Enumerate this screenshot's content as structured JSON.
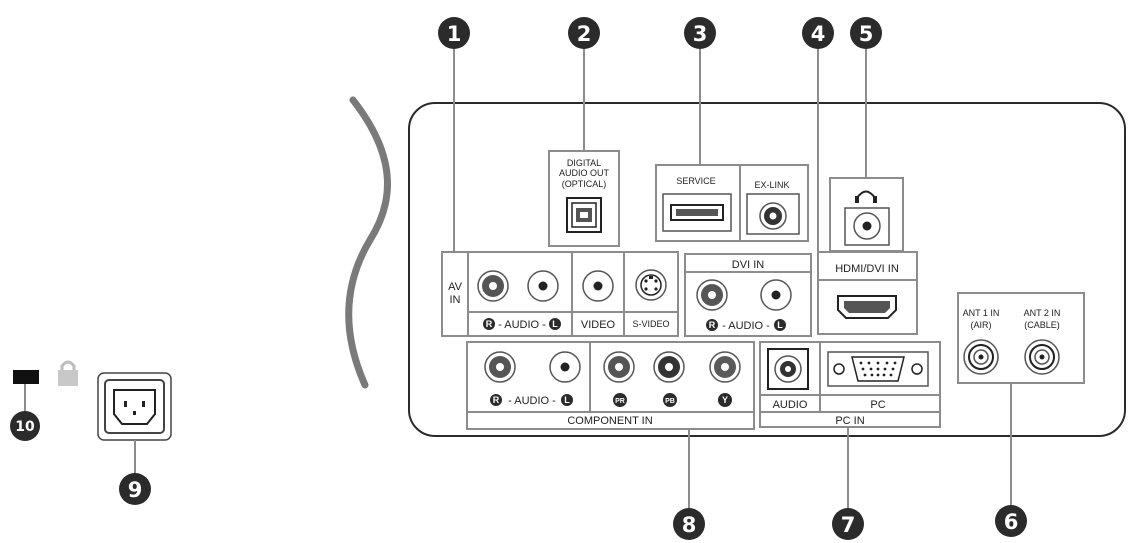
{
  "callouts": [
    "1",
    "2",
    "3",
    "4",
    "5",
    "6",
    "7",
    "8",
    "9",
    "10"
  ],
  "panel": {
    "av_in": {
      "title_line1": "AV",
      "title_line2": "IN",
      "audio_r": "R",
      "audio_text": "- AUDIO -",
      "audio_l": "L",
      "video": "VIDEO",
      "svideo": "S-VIDEO"
    },
    "digital_audio_out": {
      "line1": "DIGITAL",
      "line2": "AUDIO OUT",
      "line3": "(OPTICAL)"
    },
    "service": "SERVICE",
    "ex_link": "EX-LINK",
    "dvi_in": {
      "title": "DVI IN",
      "audio_r": "R",
      "audio_text": "- AUDIO -",
      "audio_l": "L"
    },
    "hdmi_dvi_in": "HDMI/DVI IN",
    "component_in": {
      "title": "COMPONENT IN",
      "audio_r": "R",
      "audio_text": "- AUDIO -",
      "audio_l": "L",
      "pr": "PR",
      "pb": "PB",
      "y": "Y"
    },
    "pc_in": {
      "title": "PC IN",
      "audio": "AUDIO",
      "pc": "PC"
    },
    "ant": {
      "ant1_line1": "ANT 1 IN",
      "ant1_line2": "(AIR)",
      "ant2_line1": "ANT 2 IN",
      "ant2_line2": "(CABLE)"
    }
  },
  "colors": {
    "outline": "#8c8c8c",
    "callout_fill": "#2b2b2b",
    "jack_red": "#4a4a4a"
  },
  "icons": [
    "headphone-icon",
    "lock-icon",
    "kensington-slot-icon",
    "power-inlet-icon"
  ]
}
